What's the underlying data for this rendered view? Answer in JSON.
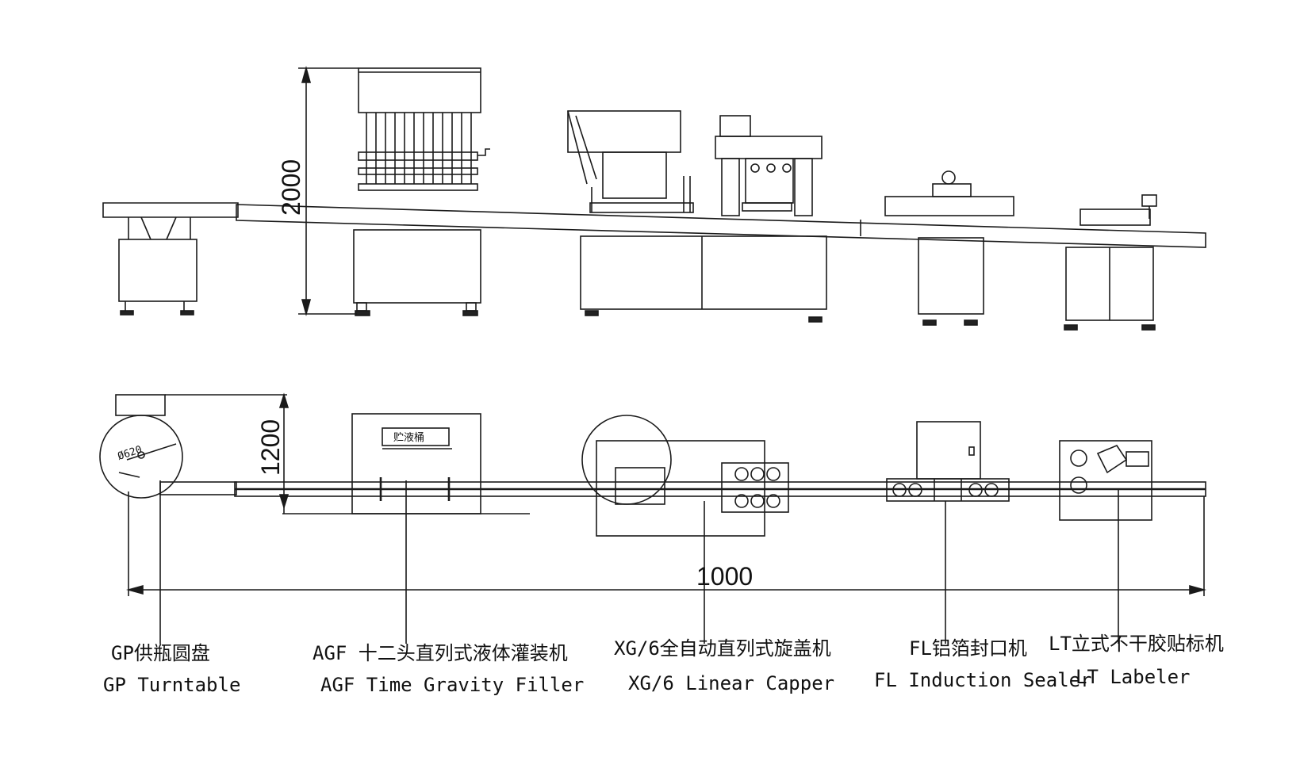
{
  "dimensions": {
    "height_dim": "2000",
    "width_dim": "1200",
    "length_dim": "1000",
    "turntable_diameter": "Ø620"
  },
  "tank_label": "贮液桶",
  "machines": [
    {
      "label_cn": "GP供瓶圆盘",
      "label_en": "GP Turntable"
    },
    {
      "label_cn": "AGF 十二头直列式液体灌装机",
      "label_en": "AGF Time Gravity Filler"
    },
    {
      "label_cn": "XG/6全自动直列式旋盖机",
      "label_en": "XG/6 Linear Capper"
    },
    {
      "label_cn": "FL铝箔封口机",
      "label_en": "FL Induction Sealer"
    },
    {
      "label_cn": "LT立式不干胶贴标机",
      "label_en": "LT Labeler"
    }
  ]
}
